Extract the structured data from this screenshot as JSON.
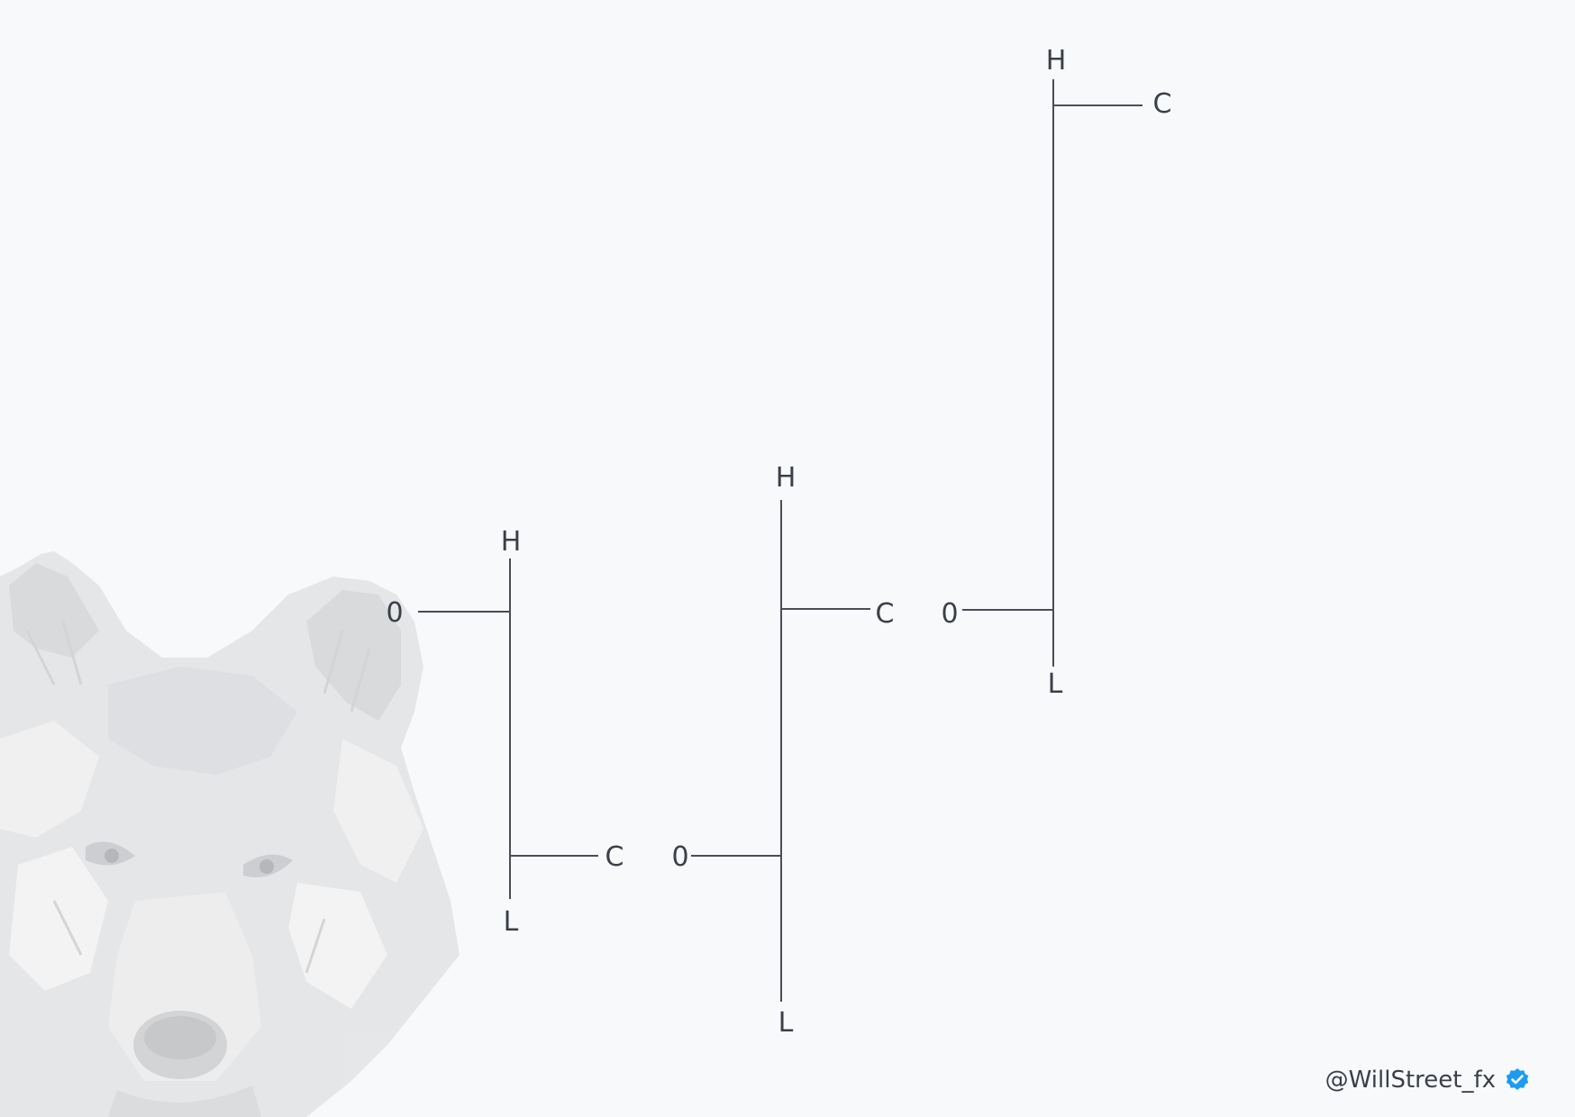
{
  "watermark": {
    "logo": "wolf-head"
  },
  "footer": {
    "handle": "@WillStreet_fx",
    "badge_icon": "verified-badge-icon",
    "badge_color": "#1d9bf0"
  },
  "colors": {
    "background": "#f8f9fb",
    "lines": "#4a4d55",
    "text": "#3b3f47"
  },
  "candles": [
    {
      "open_label": "0",
      "high_label": "H",
      "low_label": "L",
      "close_label": "C"
    },
    {
      "open_label": "0",
      "high_label": "H",
      "low_label": "L",
      "close_label": "C"
    },
    {
      "open_label": "0",
      "high_label": "H",
      "low_label": "L",
      "close_label": "C"
    }
  ]
}
